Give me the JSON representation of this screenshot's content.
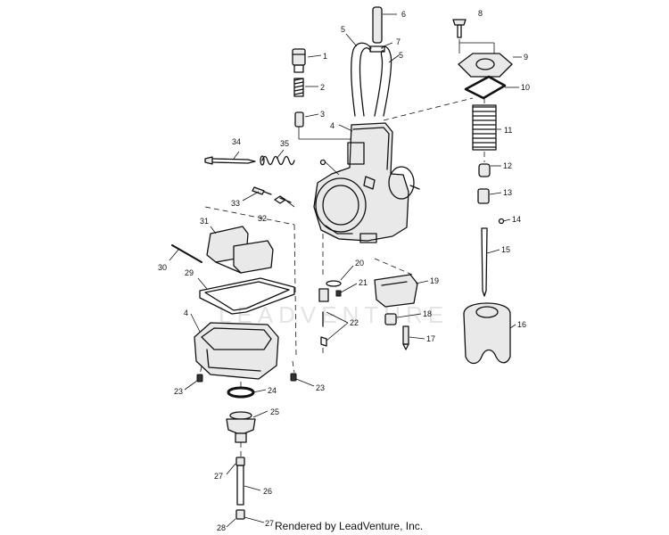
{
  "watermark": "LEADVENTURE",
  "credit": "Rendered by LeadVenture, Inc.",
  "callouts": [
    "1",
    "2",
    "3",
    "4",
    "4",
    "5",
    "5",
    "6",
    "7",
    "8",
    "9",
    "10",
    "11",
    "12",
    "13",
    "14",
    "15",
    "16",
    "17",
    "18",
    "19",
    "20",
    "21",
    "22",
    "23",
    "23",
    "24",
    "25",
    "26",
    "27",
    "27",
    "28",
    "29",
    "30",
    "31",
    "32",
    "33",
    "34",
    "35"
  ]
}
